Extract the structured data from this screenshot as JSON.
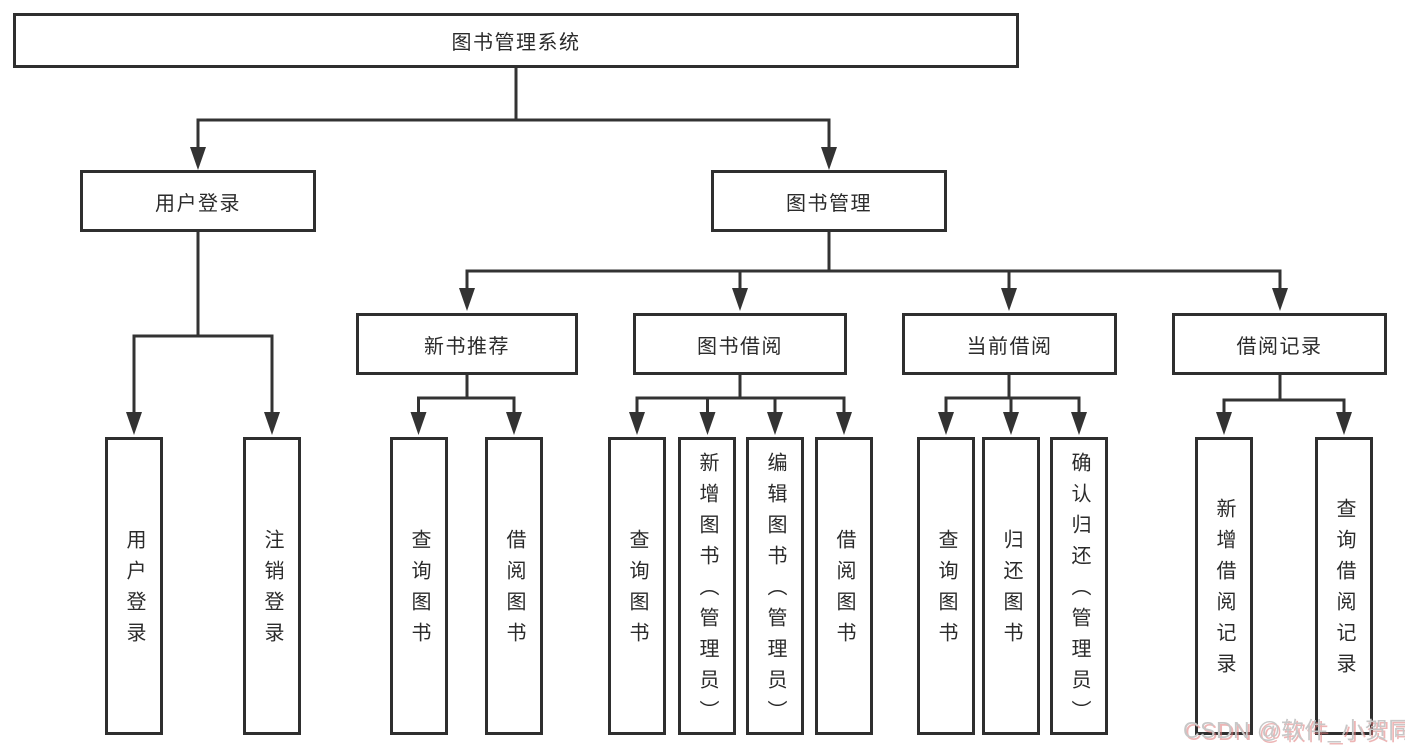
{
  "diagram": {
    "root": {
      "label": "图书管理系统"
    },
    "level2": [
      {
        "label": "用户登录"
      },
      {
        "label": "图书管理"
      }
    ],
    "level3": [
      {
        "label": "新书推荐"
      },
      {
        "label": "图书借阅"
      },
      {
        "label": "当前借阅"
      },
      {
        "label": "借阅记录"
      }
    ],
    "leafGroups": [
      {
        "parent": "用户登录",
        "leaves": [
          "用户登录",
          "注销登录"
        ]
      },
      {
        "parent": "新书推荐",
        "leaves": [
          "查询图书",
          "借阅图书"
        ]
      },
      {
        "parent": "图书借阅",
        "leaves": [
          "查询图书",
          "新增图书（管理员）",
          "编辑图书（管理员）",
          "借阅图书"
        ]
      },
      {
        "parent": "当前借阅",
        "leaves": [
          "查询图书",
          "归还图书",
          "确认归还（管理员）"
        ]
      },
      {
        "parent": "借阅记录",
        "leaves": [
          "新增借阅记录",
          "查询借阅记录"
        ]
      }
    ]
  },
  "watermark": {
    "text": "CSDN @软件_小贺同学"
  },
  "colors": {
    "line": "#333333",
    "box_border": "#2f2f2f",
    "text": "#2b2b2b",
    "background": "#ffffff",
    "watermark_gray": "#c7c7c7",
    "watermark_shadow": "#de7878"
  }
}
